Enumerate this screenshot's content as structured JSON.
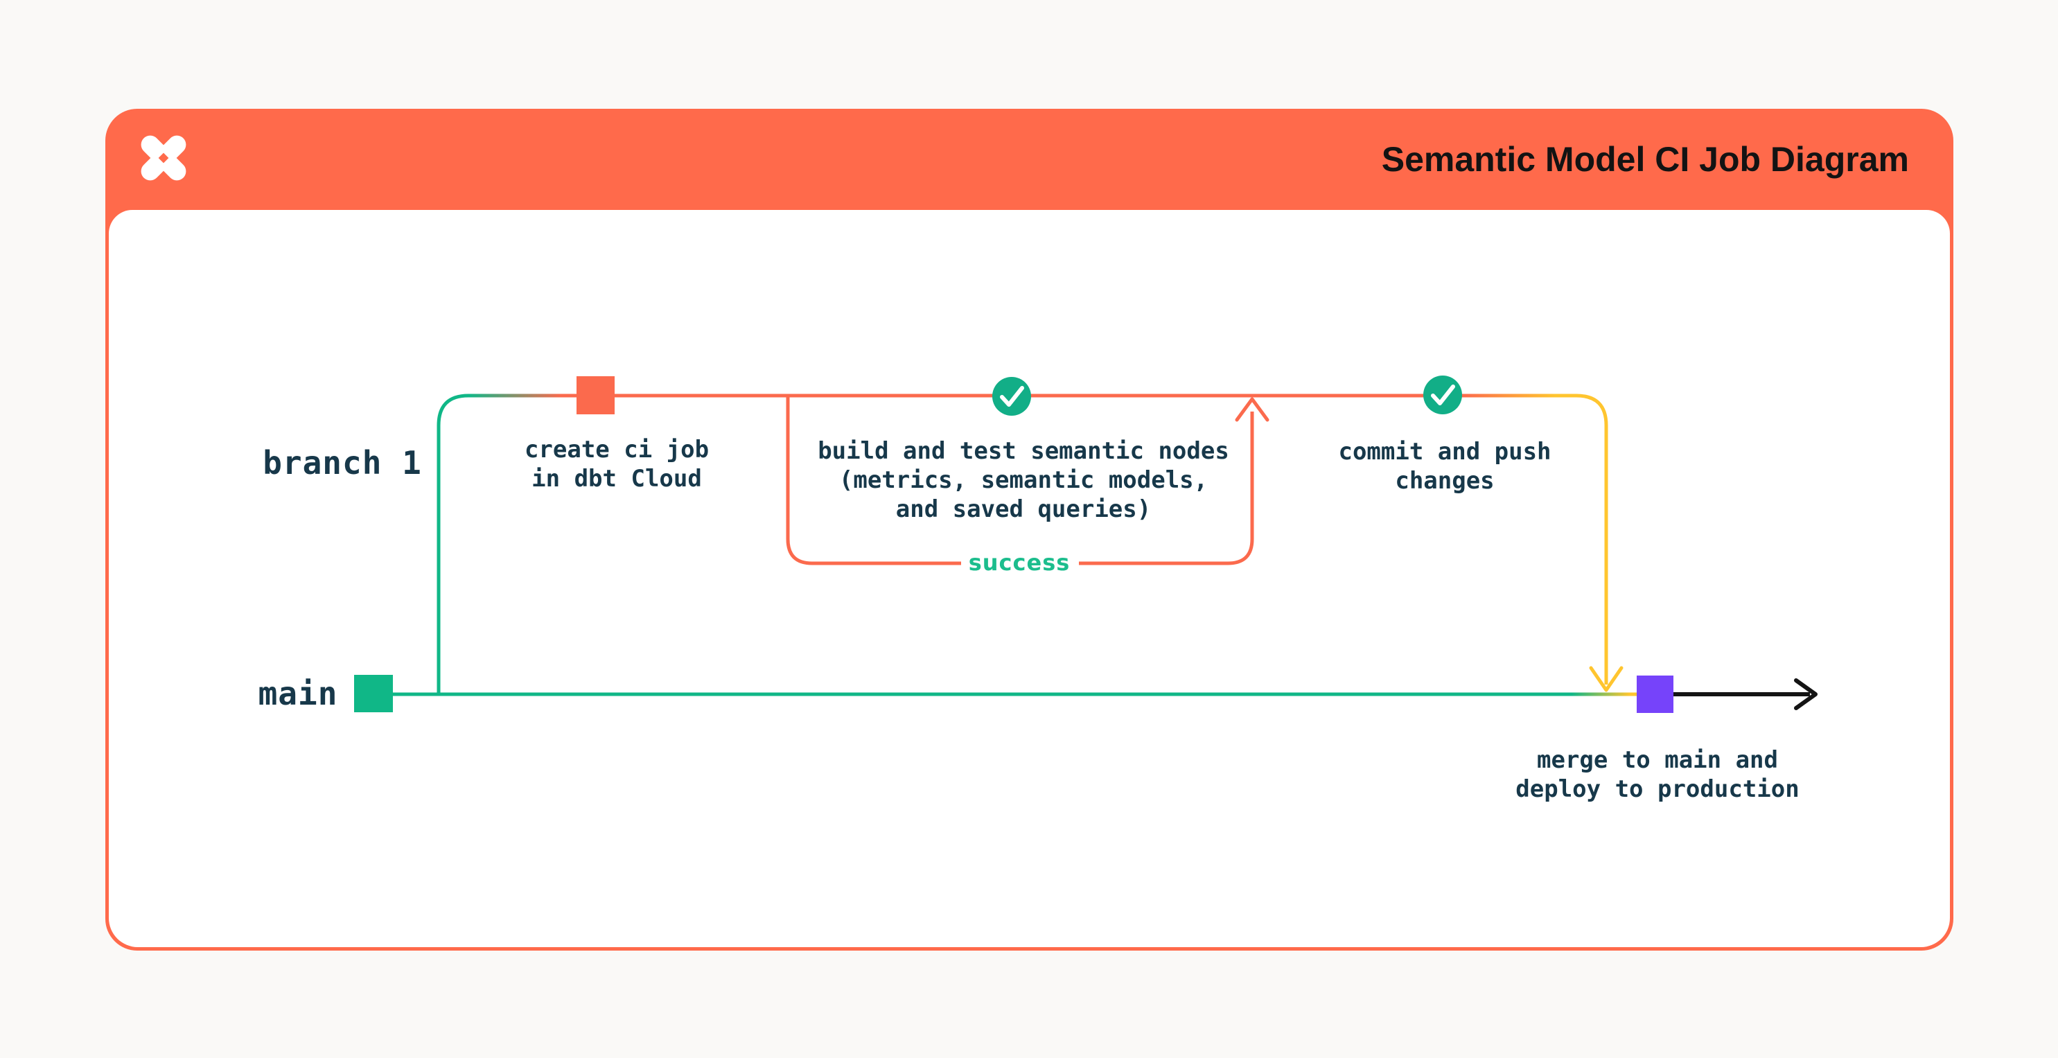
{
  "window": {
    "title": "Semantic Model CI Job Diagram"
  },
  "header": {
    "logo": "dbt-logo"
  },
  "diagram": {
    "branch_label": "branch 1",
    "main_label": "main",
    "loop_label": "success",
    "nodes": {
      "create_ci": {
        "lines": [
          "create ci job",
          "in dbt Cloud"
        ]
      },
      "build_test": {
        "lines": [
          "build and test semantic nodes",
          "(metrics, semantic models,",
          "and saved queries)"
        ]
      },
      "commit_push": {
        "lines": [
          "commit and push",
          "changes"
        ]
      },
      "merge_deploy": {
        "lines": [
          "merge to main and",
          "deploy to production"
        ]
      }
    }
  },
  "colors": {
    "header_orange": "#FF6A4B",
    "line_orange": "#FB6A4D",
    "green": "#10B787",
    "check_green": "#12AE87",
    "yellow": "#FFC52F",
    "purple": "#7643FA",
    "ink_text": "#17384A",
    "success_green": "#1CBD8D",
    "black_arrow": "#141414"
  }
}
